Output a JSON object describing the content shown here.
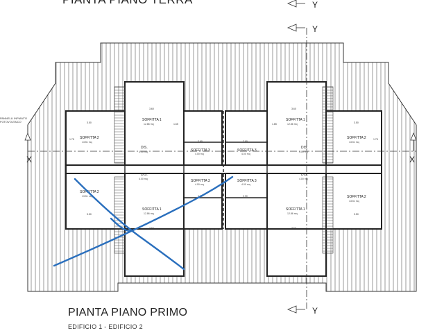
{
  "header": {
    "top_title": "PIANTA PIANO TERRA"
  },
  "footer": {
    "title": "PIANTA PIANO PRIMO",
    "subtitle": "EDIFICIO 1 - EDIFICIO 2"
  },
  "note": {
    "text": "PANNELLI INPIANTO FOTOVOLTAICO"
  },
  "section_markers": {
    "x": "X",
    "y": "Y"
  },
  "rooms": {
    "soffitta_1": "SOFFITTA 1",
    "soffitta_2": "SOFFITTA 2",
    "soffitta_3": "SOFFITTA 3",
    "dis": "DIS.",
    "area_s1": "12.86 mq",
    "area_s2": "13.51 mq",
    "area_s3": "4.00 mq",
    "area_dis": "4.00 mq"
  },
  "dimensions": {
    "d1": "3.60",
    "d2": "3.50",
    "d3": "1.75",
    "d4": "2.90",
    "d5": "1.65"
  },
  "colors": {
    "line": "#333333",
    "roof": "#444444",
    "markup": "#2a6fbd"
  }
}
